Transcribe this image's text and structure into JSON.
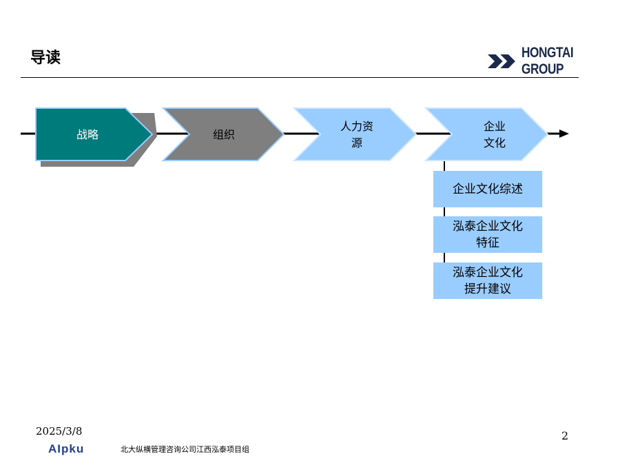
{
  "slide": {
    "title": "导读",
    "brand": "HONGTAI GROUP",
    "date": "2025/3/8",
    "page_number": "2",
    "footer_logo": "AIpku",
    "footer_text": "北大纵横管理咨询公司江西泓泰项目组"
  },
  "flow": {
    "steps": [
      {
        "line1": "战略",
        "line2": "",
        "color": "#007b7b"
      },
      {
        "line1": "组织",
        "line2": "",
        "color": "#7f7f7f"
      },
      {
        "line1": "人力资",
        "line2": "源",
        "color": "#99ccff"
      },
      {
        "line1": "企业",
        "line2": "文化",
        "color": "#99ccff"
      }
    ],
    "subitems": [
      {
        "line1": "企业文化综述",
        "line2": ""
      },
      {
        "line1": "泓泰企业文化",
        "line2": "特征"
      },
      {
        "line1": "泓泰企业文化",
        "line2": "提升建议"
      }
    ]
  }
}
